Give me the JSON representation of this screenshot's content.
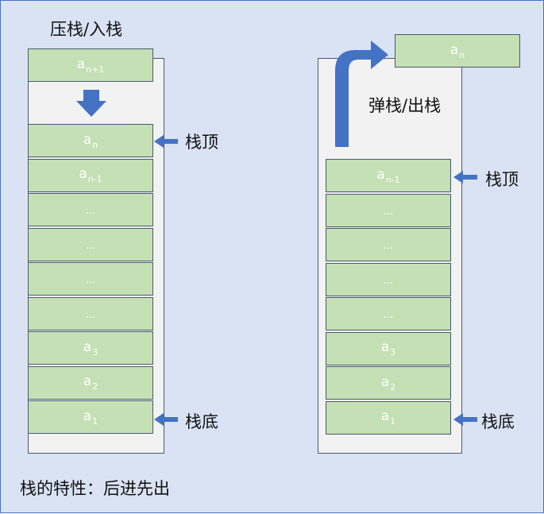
{
  "left": {
    "title": "压栈/入栈",
    "incoming": {
      "base": "a",
      "sub": "n+1"
    },
    "cells": [
      {
        "base": "a",
        "sub": "n"
      },
      {
        "base": "a",
        "sub": "n-1"
      },
      {
        "base": "…",
        "sub": ""
      },
      {
        "base": "…",
        "sub": ""
      },
      {
        "base": "…",
        "sub": ""
      },
      {
        "base": "…",
        "sub": ""
      },
      {
        "base": "a",
        "sub": "3"
      },
      {
        "base": "a",
        "sub": "2"
      },
      {
        "base": "a",
        "sub": "1"
      }
    ],
    "top_label": "栈顶",
    "bottom_label": "栈底"
  },
  "right": {
    "title": "弹栈/出栈",
    "outgoing": {
      "base": "a",
      "sub": "n"
    },
    "cells": [
      {
        "base": "a",
        "sub": "n-1"
      },
      {
        "base": "…",
        "sub": ""
      },
      {
        "base": "…",
        "sub": ""
      },
      {
        "base": "…",
        "sub": ""
      },
      {
        "base": "…",
        "sub": ""
      },
      {
        "base": "a",
        "sub": "3"
      },
      {
        "base": "a",
        "sub": "2"
      },
      {
        "base": "a",
        "sub": "1"
      }
    ],
    "top_label": "栈顶",
    "bottom_label": "栈底"
  },
  "footer": "栈的特性：后进先出",
  "colors": {
    "background": "#dae3f3",
    "cell_fill": "#c5e0b4",
    "arrow": "#4472c4",
    "stack_fill": "#f2f2f2"
  }
}
